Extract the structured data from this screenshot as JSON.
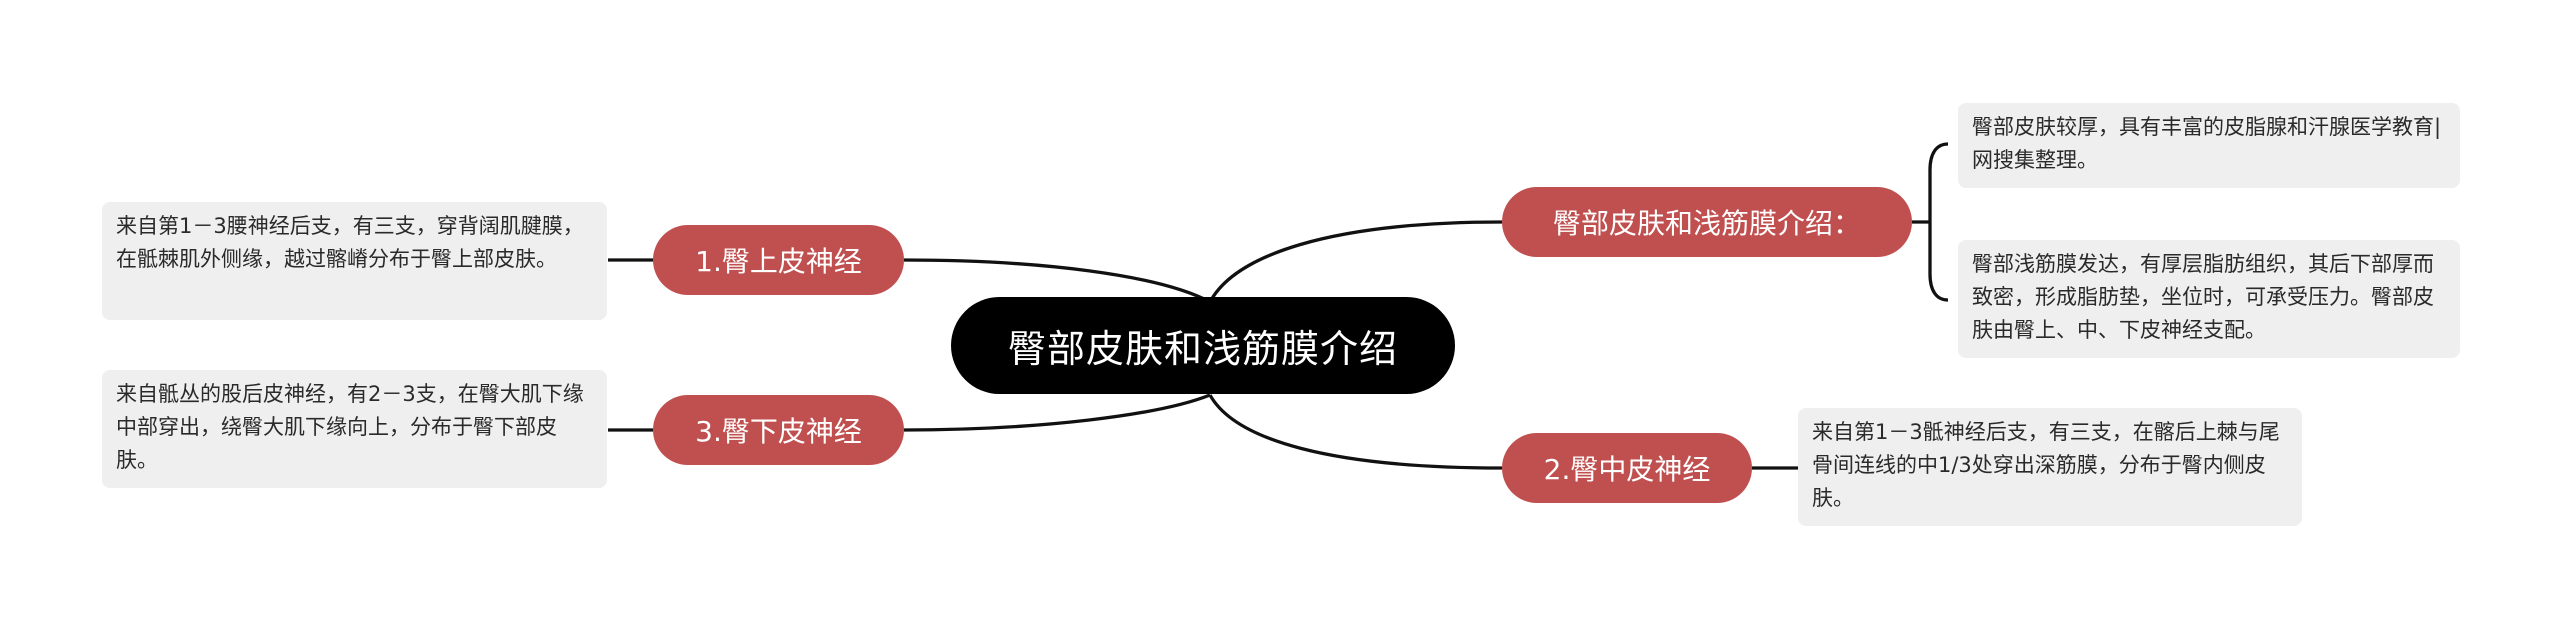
{
  "central": "臀部皮肤和浅筋膜介绍",
  "branches": [
    {
      "label": "臀部皮肤和浅筋膜介绍：",
      "notes": [
        "臀部皮肤较厚，具有丰富的皮脂腺和汗腺医学教育|网搜集整理。",
        "臀部浅筋膜发达，有厚层脂肪组织，其后下部厚而致密，形成脂肪垫，坐位时，可承受压力。臀部皮肤由臀上、中、下皮神经支配。"
      ]
    },
    {
      "label": "2.臀中皮神经",
      "notes": [
        "来自第1－3骶神经后支，有三支，在髂后上棘与尾骨间连线的中1/3处穿出深筋膜，分布于臀内侧皮肤。"
      ]
    },
    {
      "label": "1.臀上皮神经",
      "notes": [
        "来自第1－3腰神经后支，有三支，穿背阔肌腱膜，在骶棘肌外侧缘，越过髂嵴分布于臀上部皮肤。"
      ]
    },
    {
      "label": "3.臀下皮神经",
      "notes": [
        "来自骶丛的股后皮神经，有2－3支，在臀大肌下缘中部穿出，绕臀大肌下缘向上，分布于臀下部皮肤。"
      ]
    }
  ],
  "colors": {
    "central_bg": "#000000",
    "topic_bg": "#c0504f",
    "note_bg": "#efefef",
    "line": "#111111"
  }
}
